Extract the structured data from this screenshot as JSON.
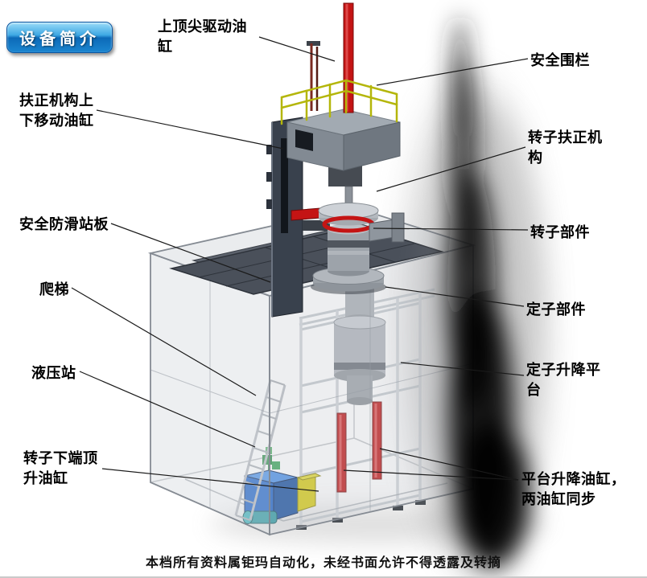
{
  "page": {
    "title_badge": "设备简介",
    "footer": "本档所有资料属钜玛自动化，未经书面允许不得透露及转摘"
  },
  "labels": {
    "top_drive_cylinder": "上顶尖驱动油\n缸",
    "safety_fence": "安全围栏",
    "centering_lift_cylinder": "扶正机构上\n下移动油缸",
    "rotor_centering_mechanism": "转子扶正机\n构",
    "antislip_platform": "安全防滑站板",
    "rotor_component": "转子部件",
    "ladder": "爬梯",
    "stator_component": "定子部件",
    "hydraulic_station": "液压站",
    "stator_lift_platform": "定子升降平\n台",
    "rotor_bottom_jack_cylinder": "转子下端顶\n升油缸",
    "platform_lift_cylinders": "平台升降油缸，\n两油缸同步"
  },
  "colors": {
    "badge_blue": "#1b86d0",
    "cylinder_red": "#c41414",
    "railing_yellow": "#b4b60a",
    "hydraulic_blue": "#1e63c8",
    "platform_gray": "#4a505a"
  }
}
